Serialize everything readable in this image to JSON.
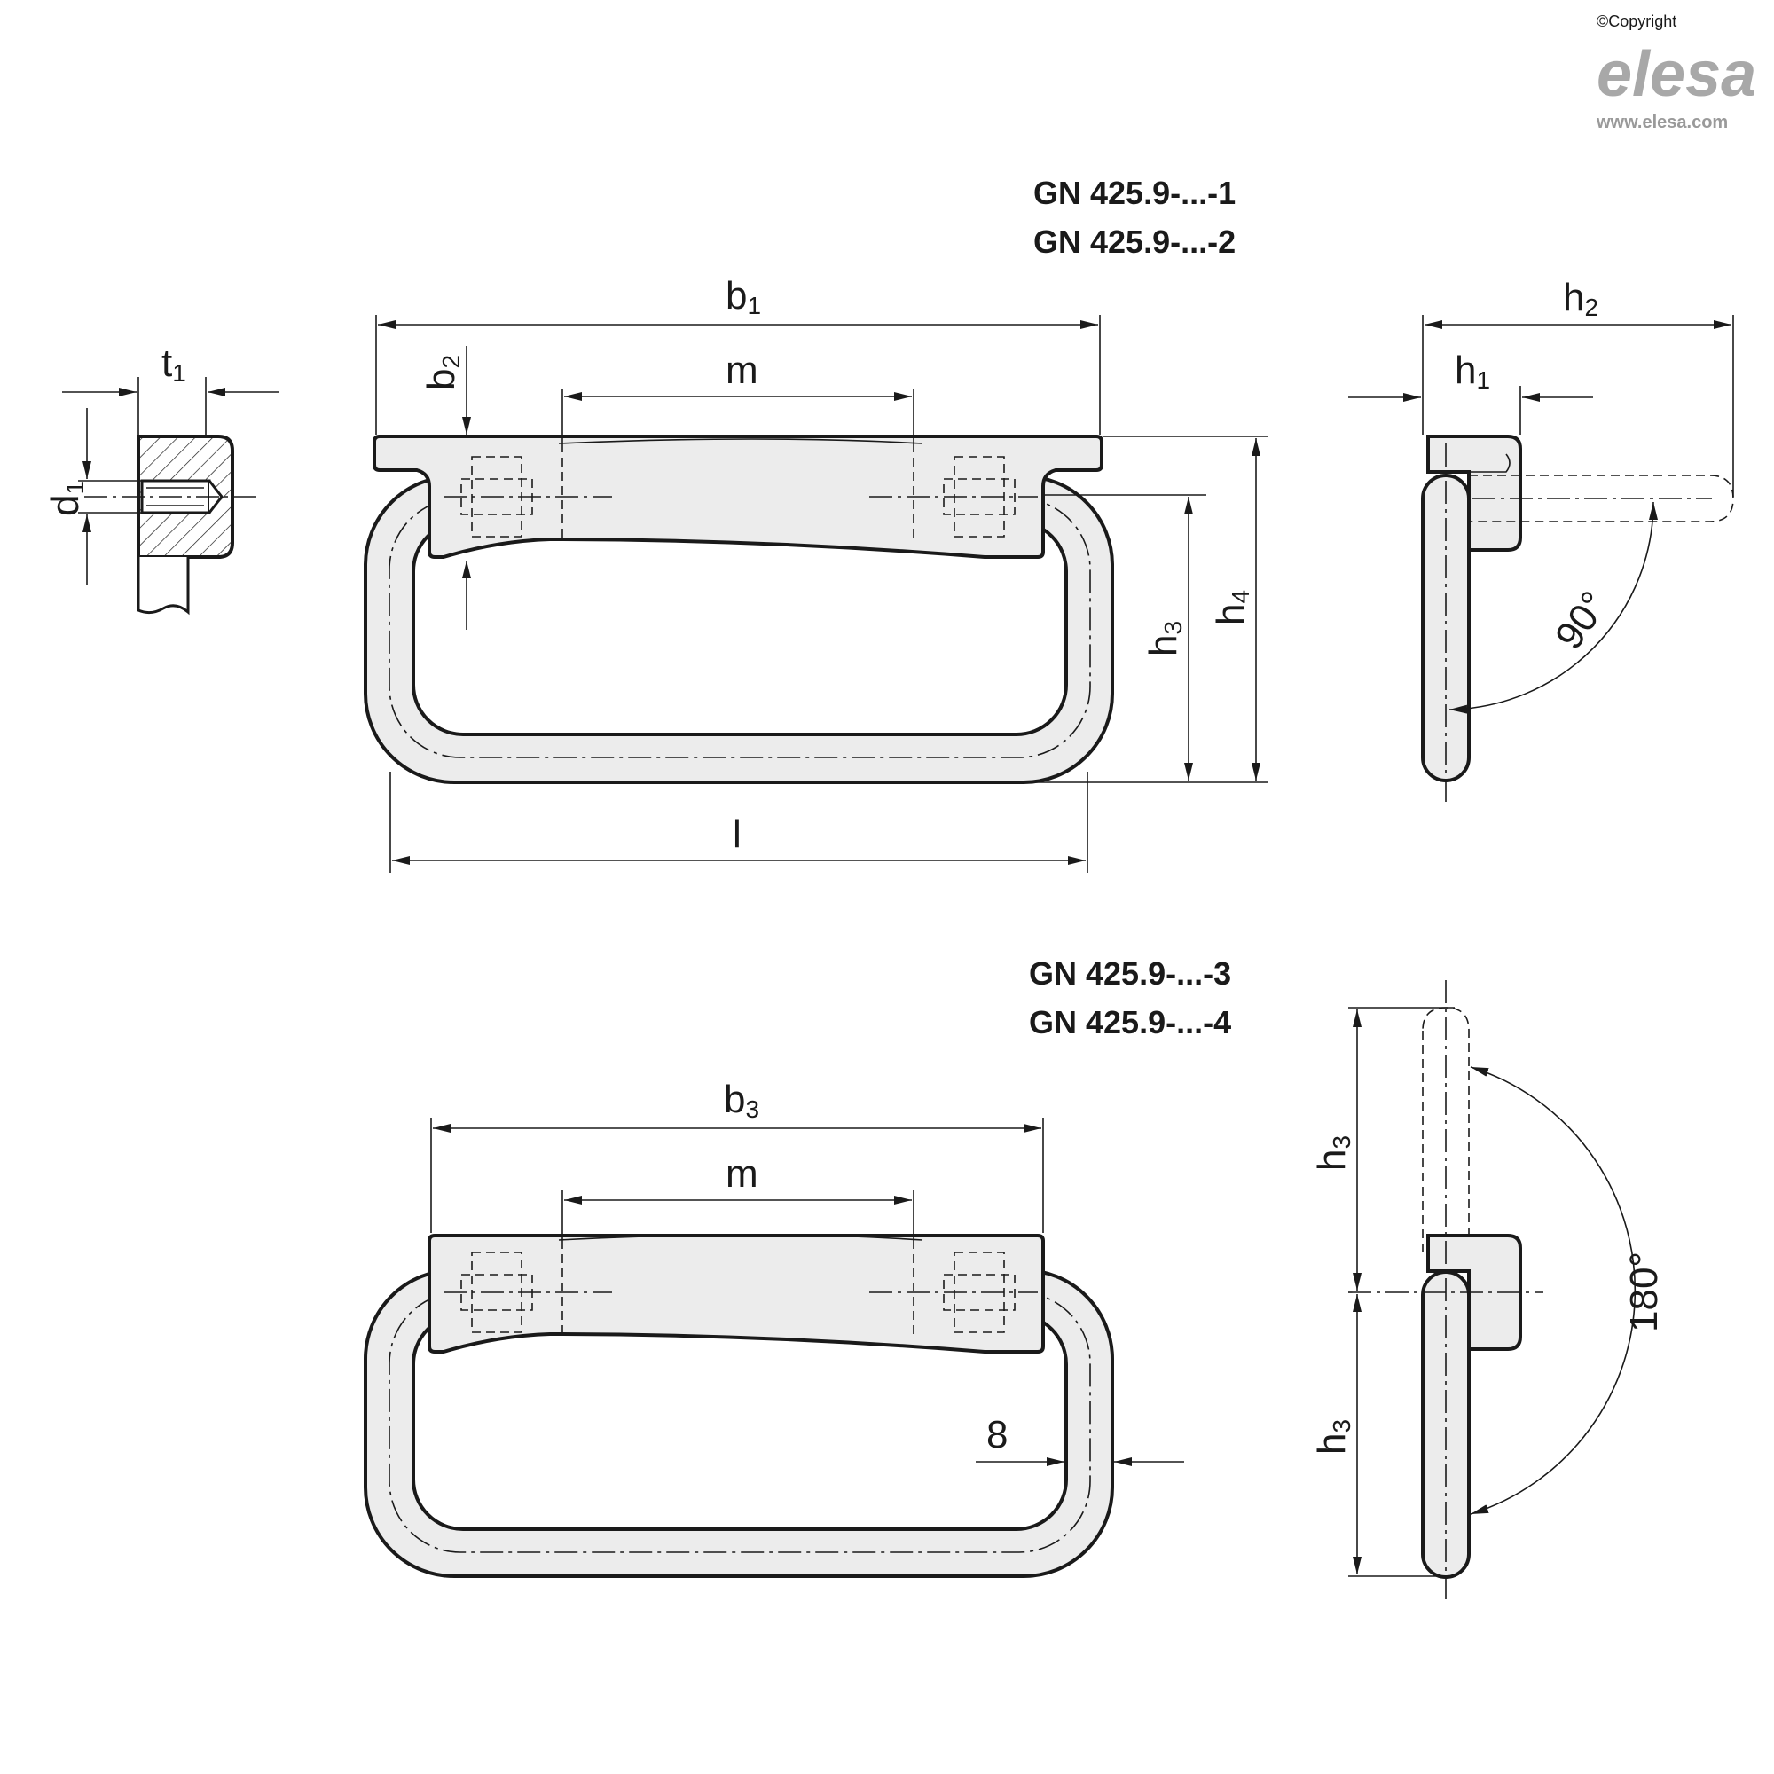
{
  "brand": {
    "copyright": "©Copyright",
    "logo": "elesa",
    "url": "www.elesa.com"
  },
  "top_view": {
    "model_line_1": "GN 425.9-...-1",
    "model_line_2": "GN 425.9-...-2",
    "dims": {
      "b1": "b",
      "b1_sub": "1",
      "b2": "b",
      "b2_sub": "2",
      "m": "m",
      "t1": "t",
      "t1_sub": "1",
      "d1": "d",
      "d1_sub": "1",
      "h1": "h",
      "h1_sub": "1",
      "h2": "h",
      "h2_sub": "2",
      "h3": "h",
      "h3_sub": "3",
      "h4": "h",
      "h4_sub": "4",
      "l": "l",
      "angle": "90°"
    }
  },
  "bottom_view": {
    "model_line_1": "GN 425.9-...-3",
    "model_line_2": "GN 425.9-...-4",
    "dims": {
      "b3": "b",
      "b3_sub": "3",
      "m": "m",
      "thickness": "8",
      "h3_upper": "h",
      "h3_upper_sub": "3",
      "h3_lower": "h",
      "h3_lower_sub": "3",
      "angle": "180°"
    }
  }
}
